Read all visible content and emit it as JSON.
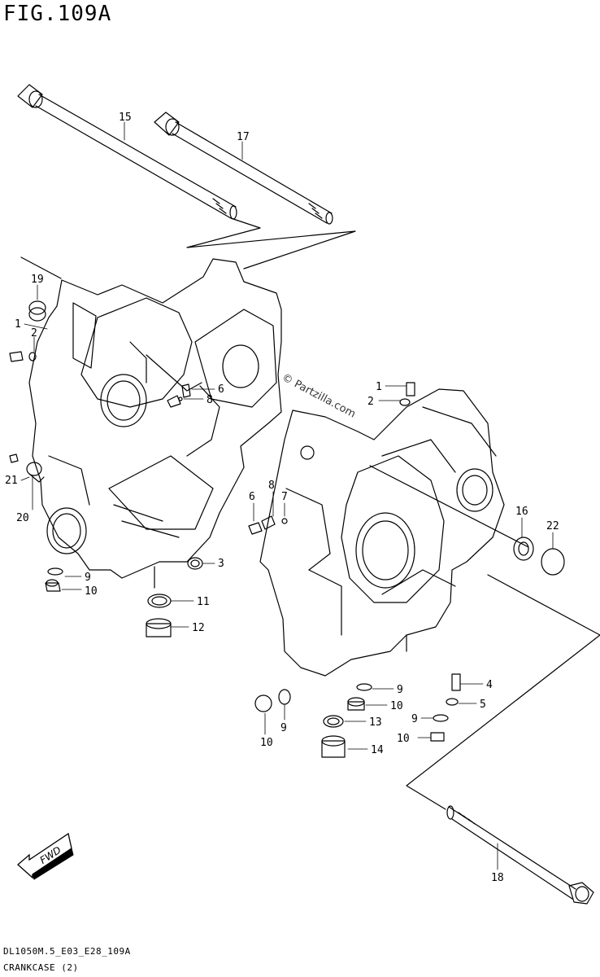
{
  "figure": {
    "title": "FIG.109A"
  },
  "watermark": "© Partzilla.com",
  "fwd_label": "FWD",
  "callouts": [
    {
      "id": "c15",
      "label": "15"
    },
    {
      "id": "c17",
      "label": "17"
    },
    {
      "id": "c19",
      "label": "19"
    },
    {
      "id": "c1a",
      "label": "1"
    },
    {
      "id": "c2a",
      "label": "2"
    },
    {
      "id": "c6a",
      "label": "6"
    },
    {
      "id": "c8a",
      "label": "8"
    },
    {
      "id": "c1b",
      "label": "1"
    },
    {
      "id": "c2b",
      "label": "2"
    },
    {
      "id": "c21",
      "label": "21"
    },
    {
      "id": "c20",
      "label": "20"
    },
    {
      "id": "c3",
      "label": "3"
    },
    {
      "id": "c9a",
      "label": "9"
    },
    {
      "id": "c10a",
      "label": "10"
    },
    {
      "id": "c11",
      "label": "11"
    },
    {
      "id": "c12",
      "label": "12"
    },
    {
      "id": "c6b",
      "label": "6"
    },
    {
      "id": "c8b",
      "label": "8"
    },
    {
      "id": "c7",
      "label": "7"
    },
    {
      "id": "c16",
      "label": "16"
    },
    {
      "id": "c22",
      "label": "22"
    },
    {
      "id": "c4",
      "label": "4"
    },
    {
      "id": "c5",
      "label": "5"
    },
    {
      "id": "c9b",
      "label": "9"
    },
    {
      "id": "c10b",
      "label": "10"
    },
    {
      "id": "c13",
      "label": "13"
    },
    {
      "id": "c9c",
      "label": "9"
    },
    {
      "id": "c10c",
      "label": "10"
    },
    {
      "id": "c9d",
      "label": "9"
    },
    {
      "id": "c10d",
      "label": "10"
    },
    {
      "id": "c14",
      "label": "14"
    },
    {
      "id": "c18",
      "label": "18"
    }
  ],
  "footer": {
    "code": "DL1050M.5_E03_E28_109A",
    "name": "CRANKCASE (2)"
  }
}
